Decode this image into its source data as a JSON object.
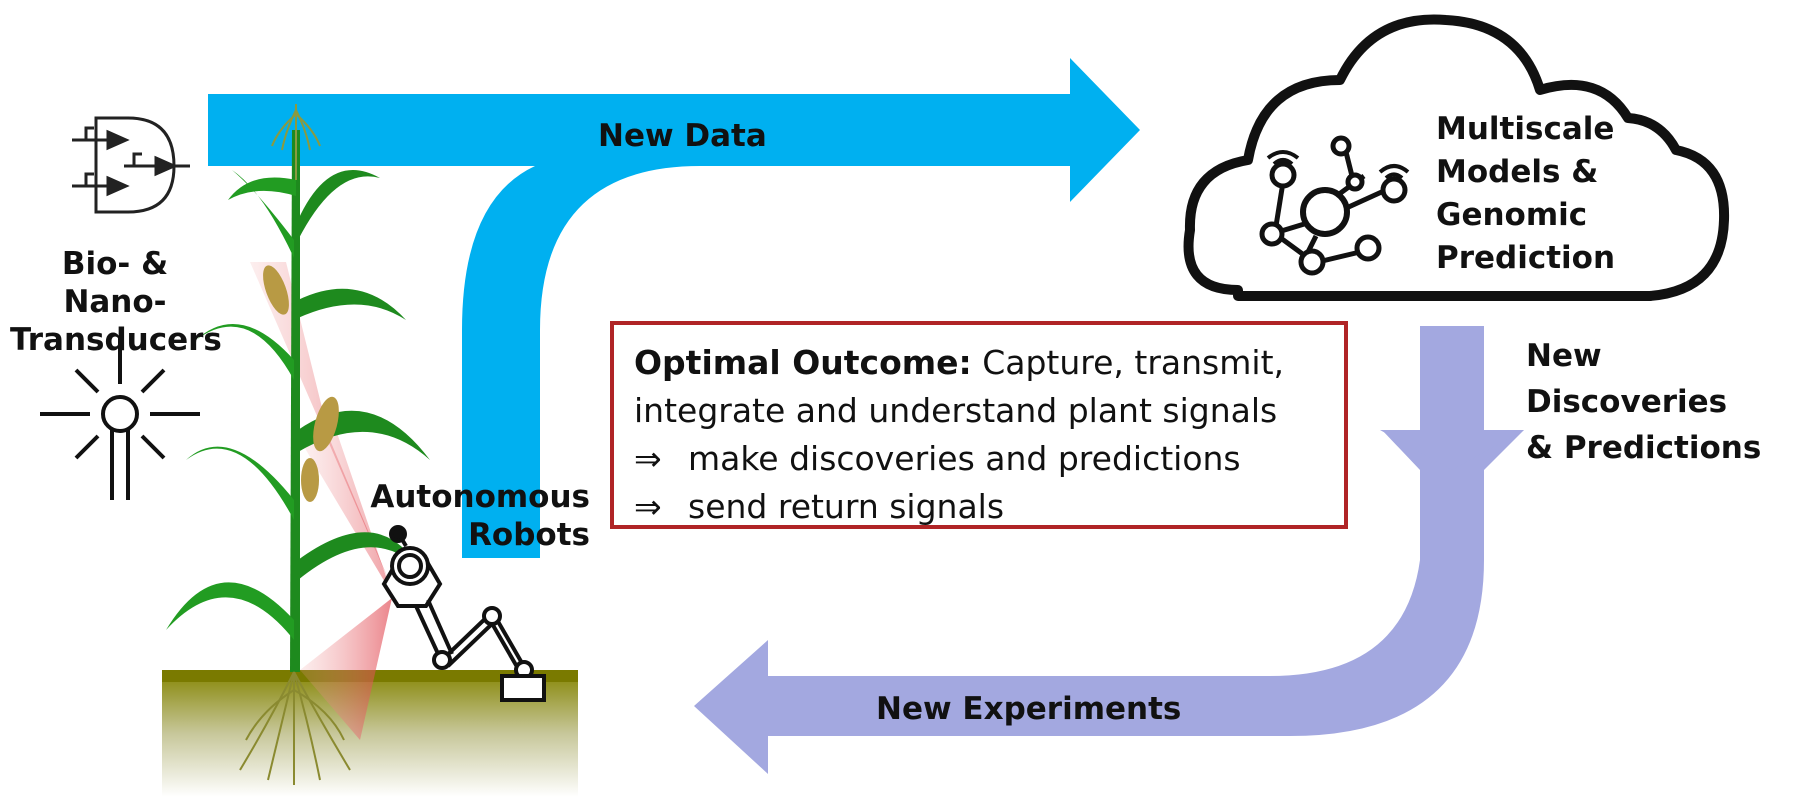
{
  "labels": {
    "new_data": "New Data",
    "transducers": [
      "Bio- & Nano-",
      "Transducers"
    ],
    "autonomous_robots": [
      "Autonomous",
      "Robots"
    ],
    "cloud_text": [
      "Multiscale",
      "Models &",
      "Genomic",
      "Prediction"
    ],
    "new_discoveries": [
      "New Discoveries",
      "& Predictions"
    ],
    "new_experiments": "New Experiments"
  },
  "outcome_box": {
    "title": "Optimal Outcome:",
    "line1_rest": " Capture, transmit,",
    "line2": "integrate and understand plant signals",
    "arrow_symbol": "⇒",
    "line3": "make discoveries and predictions",
    "line4": "send return signals"
  },
  "colors": {
    "blue_arrow": "#00b0f0",
    "lavender_arrow": "#a3a8e0",
    "box_border": "#b02426",
    "plant_green": "#1f8f1f",
    "soil_top": "#7a7a00"
  }
}
